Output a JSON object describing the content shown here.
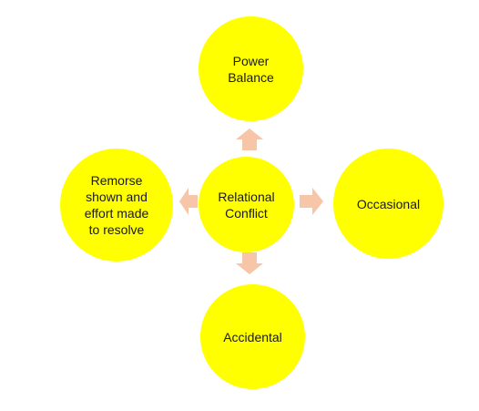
{
  "diagram": {
    "center": {
      "label": "Relational\nConflict"
    },
    "nodes": {
      "top": {
        "label": "Power\nBalance"
      },
      "left": {
        "label": "Remorse\nshown and\neffort made\nto resolve"
      },
      "right": {
        "label": "Occasional"
      },
      "bottom": {
        "label": "Accidental"
      }
    },
    "colors": {
      "node_fill": "#ffff00",
      "arrow_fill": "#f7c5a7",
      "text": "#1a1a1a"
    }
  }
}
